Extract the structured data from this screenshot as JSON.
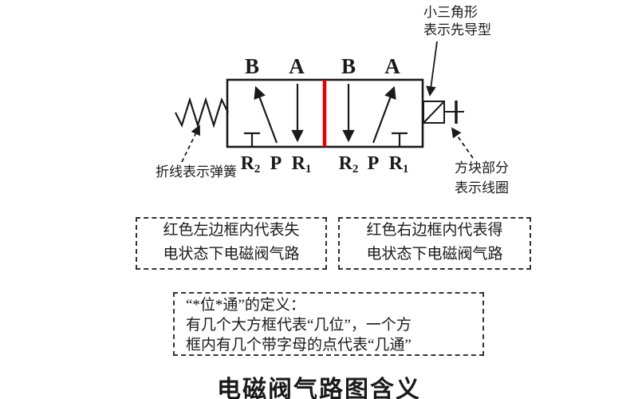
{
  "page": {
    "title": "电磁阀气路图含义"
  },
  "valve": {
    "top_ports": [
      "B",
      "A",
      "B",
      "A"
    ],
    "bottom_ports": [
      {
        "b": "R",
        "s": "2"
      },
      {
        "b": "P",
        "s": ""
      },
      {
        "b": "R",
        "s": "1"
      },
      {
        "b": "R",
        "s": "2"
      },
      {
        "b": "P",
        "s": ""
      },
      {
        "b": "R",
        "s": "1"
      }
    ],
    "divider_color": "#e00000"
  },
  "annotations": {
    "pilot": {
      "line1": "小三角形",
      "line2": "表示先导型"
    },
    "spring": {
      "label": "折线表示弹簧"
    },
    "coil": {
      "line1": "方块部分",
      "line2": "表示线圈"
    }
  },
  "notes": {
    "left_box": {
      "line1": "红色左边框内代表失",
      "line2": "电状态下电磁阀气路"
    },
    "right_box": {
      "line1": "红色右边框内代表得",
      "line2": "电状态下电磁阀气路"
    },
    "definition_box": {
      "line1": "“*位*通”的定义：",
      "line2": "有几个大方框代表“几位”，一个方",
      "line3": "框内有几个带字母的点代表“几通”"
    }
  }
}
